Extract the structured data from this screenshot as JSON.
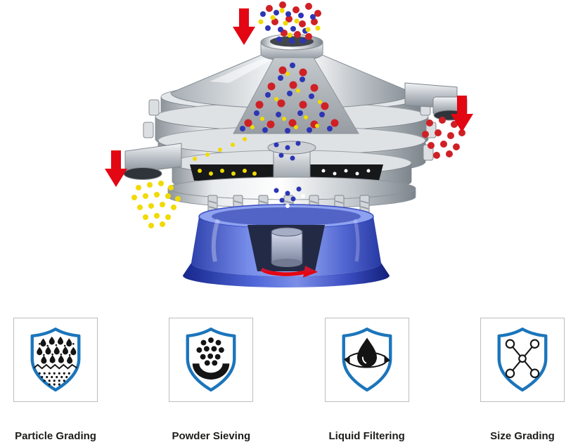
{
  "features": [
    {
      "label": "Particle Grading",
      "icon": "particle-grading-icon"
    },
    {
      "label": "Powder Sieving",
      "icon": "powder-sieving-icon"
    },
    {
      "label": "Liquid Filtering",
      "icon": "liquid-filtering-icon"
    },
    {
      "label": "Size Grading",
      "icon": "size-grading-icon"
    }
  ],
  "colors": {
    "arrow_red": "#e30613",
    "particle_red": "#cf2026",
    "particle_blue": "#2d35b5",
    "particle_yellow": "#f0da00",
    "particle_white": "#ffffff",
    "base_blue": "#4a5fd0",
    "metal_gray": "#c6cacd",
    "shield_blue": "#1b75bb",
    "label_text": "#1d1d1b",
    "card_border": "#bdbdbd"
  }
}
